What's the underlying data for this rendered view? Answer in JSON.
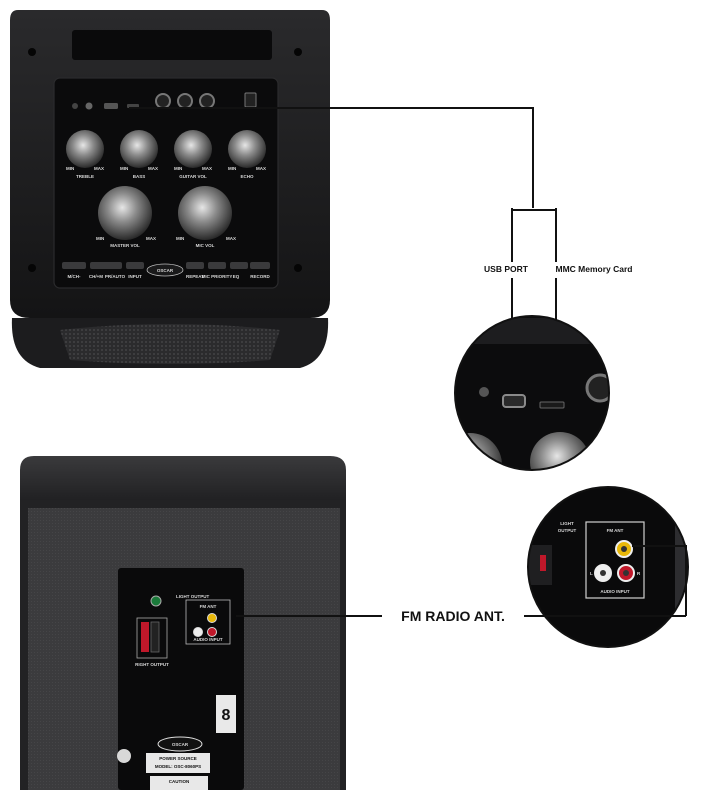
{
  "callouts": {
    "usb_port": "USB PORT",
    "mmc_card": "MMC Memory Card",
    "fm_radio_ant": "FM RADIO ANT."
  },
  "top_panel": {
    "knob_labels": [
      "TREBLE",
      "BASS",
      "GUITAR VOL",
      "ECHO"
    ],
    "big_knob_labels": [
      "MASTER VOL",
      "MIC VOL"
    ],
    "min_label": "MIN",
    "max_label": "MAX",
    "buttons": [
      "M/CH-",
      "CH/+M",
      "PR/AUTO",
      "INPUT",
      "REPEAT",
      "MIC PRIORITY",
      "EQ",
      "RECORD"
    ],
    "brand": "OSCAR"
  },
  "zoom_fm": {
    "light_output": "LIGHT\nOUTPUT",
    "fm_ant": "FM ANT",
    "audio_input": "AUDIO INPUT",
    "left": "L",
    "right": "R"
  },
  "rear_panel": {
    "light_output": "LIGHT OUTPUT",
    "fm_ant": "FM ANT",
    "audio_input": "AUDIO INPUT",
    "right_output": "RIGHT OUTPUT",
    "brand": "OSCAR",
    "power_source": "POWER SOURCE",
    "model_line": "MODEL: OSC-8060PS",
    "caution": "CAUTION"
  },
  "colors": {
    "speaker_body": "#1d1d1f",
    "panel": "#0b0b0c",
    "grille": "#3a3a3c",
    "accent_red": "#c0182a",
    "accent_yellow": "#e8b80a",
    "line": "#111111"
  }
}
